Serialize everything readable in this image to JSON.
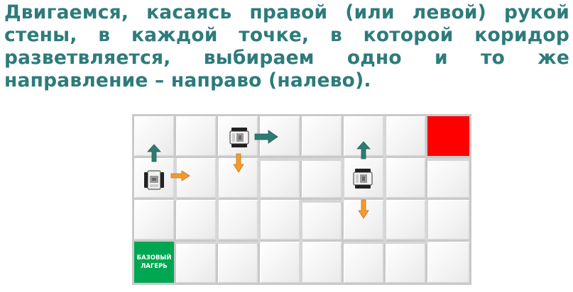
{
  "heading": {
    "text": "Двигаемся, касаясь правой (или левой) рукой стены, в каждой точке, в которой коридор разветвляется, выбираем одно и то же направление – направо (налево).",
    "color": "#2e7b7b"
  },
  "maze": {
    "columns": 8,
    "rows": 4,
    "goal_color": "#ff0000",
    "base_color": "#00a651",
    "base_label_line1": "БАЗОВЫЙ",
    "base_label_line2": "ЛАГЕРЬ",
    "robots": [
      {
        "name": "robot-1",
        "col": 0,
        "row": 1,
        "icon": "ev3-robot-icon"
      },
      {
        "name": "robot-2",
        "col": 2,
        "row": 0,
        "icon": "ev3-robot-icon"
      },
      {
        "name": "robot-3",
        "col": 5,
        "row": 1,
        "icon": "ev3-robot-icon"
      }
    ],
    "arrows": {
      "teal_color": "#2e7b73",
      "orange_color": "#f39a2e"
    }
  }
}
